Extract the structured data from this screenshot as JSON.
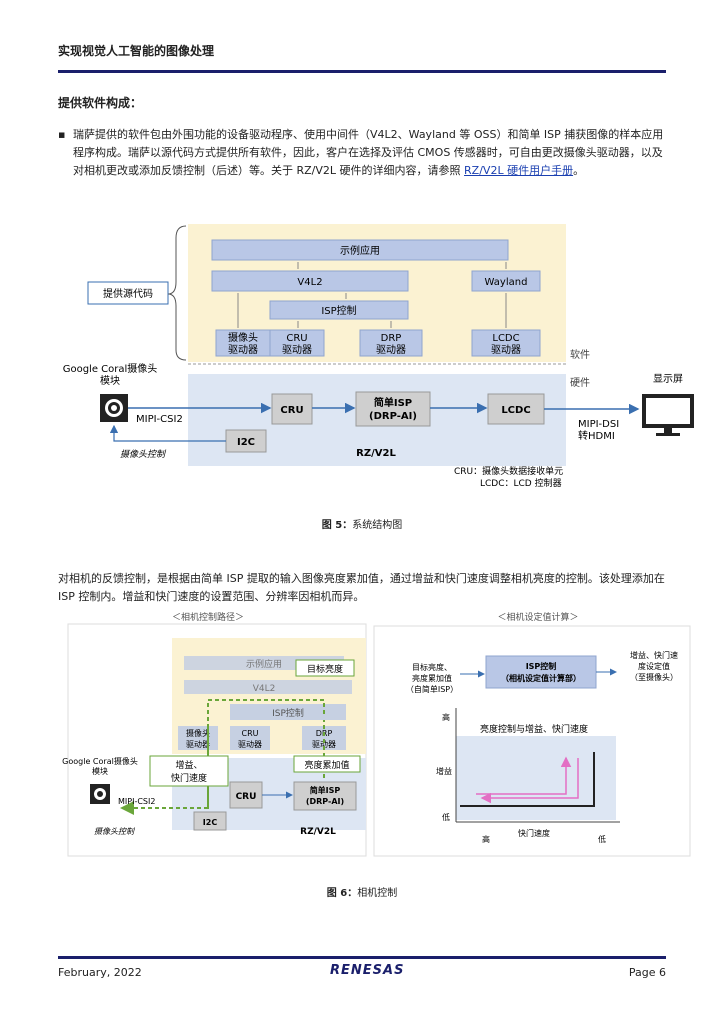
{
  "header": {
    "title": "实现视觉人工智能的图像处理"
  },
  "section": {
    "title": "提供软件构成："
  },
  "bullet": {
    "marker": "▪",
    "text": "瑞萨提供的软件包由外围功能的设备驱动程序、使用中间件（V4L2、Wayland 等 OSS）和简单 ISP 捕获图像的样本应用程序构成。瑞萨以源代码方式提供所有软件，因此，客户在选择及评估 CMOS 传感器时，可自由更改摄像头驱动器，以及对相机更改或添加反馈控制（后述）等。关于 RZ/V2L 硬件的详细内容，请参照 ",
    "link": "RZ/V2L 硬件用户手册",
    "end": "。"
  },
  "fig5": {
    "caption_num": "图 5：",
    "caption": "系统结构图",
    "sample_app": "示例应用",
    "v4l2": "V4L2",
    "wayland": "Wayland",
    "isp_ctrl": "ISP控制",
    "cam_drv": [
      "摄像头",
      "驱动器"
    ],
    "cru_drv": [
      "CRU",
      "驱动器"
    ],
    "drp_drv": [
      "DRP",
      "驱动器"
    ],
    "lcdc_drv": [
      "LCDC",
      "驱动器"
    ],
    "source_label": "提供源代码",
    "software": "软件",
    "hardware": "硬件",
    "camera_module": [
      "Google Coral摄像头",
      "模块"
    ],
    "mipi_csi2": "MIPI-CSI2",
    "cru": "CRU",
    "simple_isp": [
      "简单ISP",
      "(DRP-AI)"
    ],
    "lcdc": "LCDC",
    "i2c": "I2C",
    "cam_ctrl": "摄像头控制",
    "soc": "RZ/V2L",
    "display": "显示屏",
    "mipi_dsi": [
      "MIPI-DSI",
      "转HDMI"
    ],
    "notes": [
      "CRU：摄像头数据接收单元",
      "LCDC：LCD 控制器"
    ]
  },
  "paragraph": "对相机的反馈控制，是根据由简单 ISP 提取的输入图像亮度累加值，通过增益和快门速度调整相机亮度的控制。该处理添加在 ISP 控制内。增益和快门速度的设置范围、分辨率因相机而异。",
  "fig6": {
    "caption_num": "图 6：",
    "caption": "相机控制",
    "left_title": "＜相机控制路径＞",
    "right_title": "＜相机设定值计算＞",
    "sample_app": "示例应用",
    "v4l2": "V4L2",
    "isp_ctrl": "ISP控制",
    "target_brightness": "目标亮度",
    "cam_drv": [
      "摄像头",
      "驱动器"
    ],
    "cru_drv": [
      "CRU",
      "驱动器"
    ],
    "drp_drv": [
      "DRP",
      "驱动器"
    ],
    "gain_shutter": [
      "增益、",
      "快门速度"
    ],
    "brightness_sum": "亮度累加值",
    "camera_module": [
      "Google Coral摄像头",
      "模块"
    ],
    "mipi_csi2": "MIPI-CSI2",
    "cru": "CRU",
    "simple_isp": [
      "简单ISP",
      "(DRP-AI)"
    ],
    "i2c": "I2C",
    "cam_ctrl": "摄像头控制",
    "soc": "RZ/V2L",
    "inputs": [
      "目标亮度、",
      "亮度累加值",
      "（自简单ISP）"
    ],
    "isp_box": [
      "ISP控制",
      "（相机设定值计算部）"
    ],
    "outputs": [
      "增益、快门速",
      "度设定值",
      "（至摄像头）"
    ],
    "graph_title": "亮度控制与增益、快门速度",
    "y_high": "高",
    "y_low": "低",
    "y_axis": "增益",
    "x_axis": "快门速度",
    "x_high": "高",
    "x_low": "低"
  },
  "footer": {
    "date": "February, 2022",
    "logo": "RENESAS",
    "page": "Page 6"
  },
  "colors": {
    "navy": "#1a1f6b",
    "box": "#b9c7e6",
    "yellow": "#fbf2d2",
    "blue_bg": "#dde6f3",
    "gray_box": "#cfcfcf",
    "green": "#6aa63a",
    "pink": "#e36fc4"
  }
}
